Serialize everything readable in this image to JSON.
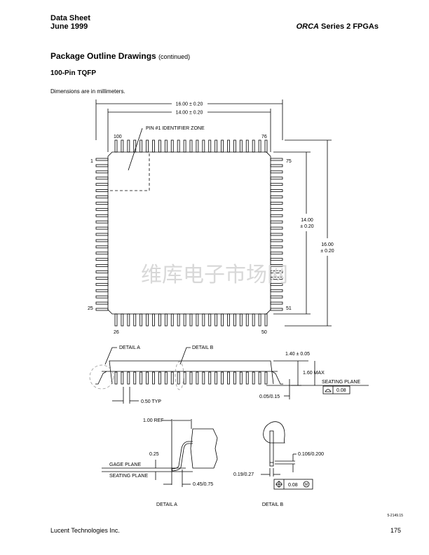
{
  "header": {
    "left_line1": "Data Sheet",
    "left_line2": "June 1999",
    "right_italic": "ORCA",
    "right_rest": " Series 2 FPGAs"
  },
  "section": {
    "title": "Package Outline Drawings",
    "title_note": "(continued)",
    "subtitle": "100-Pin TQFP",
    "note": "Dimensions are in millimeters."
  },
  "top_view": {
    "dim_outer_width": "16.00 ± 0.20",
    "dim_body_width": "14.00 ± 0.20",
    "pin1_zone": "PIN #1 IDENTIFIER ZONE",
    "dim_body_height_1": "14.00",
    "dim_body_height_2": "± 0.20",
    "dim_outer_height_1": "16.00",
    "dim_outer_height_2": "± 0.20",
    "pins": {
      "p100": "100",
      "p76": "76",
      "p1": "1",
      "p75": "75",
      "p25": "25",
      "p51": "51",
      "p26": "26",
      "p50": "50"
    },
    "pins_per_side": 25
  },
  "watermark": "维库电子市场网",
  "side_view": {
    "detail_a": "DETAIL A",
    "detail_b": "DETAIL B",
    "body_thickness": "1.40 ± 0.05",
    "max_height": "1.60 MAX",
    "seating_plane": "SEATING PLANE",
    "coplanarity": "0.08",
    "standoff": "0.05/0.15",
    "pitch": "0.50 TYP"
  },
  "detail_a": {
    "ref": "1.00 REF",
    "gage": "0.25",
    "gage_plane": "GAGE PLANE",
    "seating_plane": "SEATING PLANE",
    "foot": "0.45/0.75",
    "caption": "DETAIL A"
  },
  "detail_b": {
    "thickness": "0.106/0.200",
    "width": "0.19/0.27",
    "tolerance": "0.08",
    "modifier": "M",
    "caption": "DETAIL B"
  },
  "figure_id": "5-2149.15",
  "footer": {
    "company": "Lucent Technologies Inc.",
    "page": "175"
  }
}
